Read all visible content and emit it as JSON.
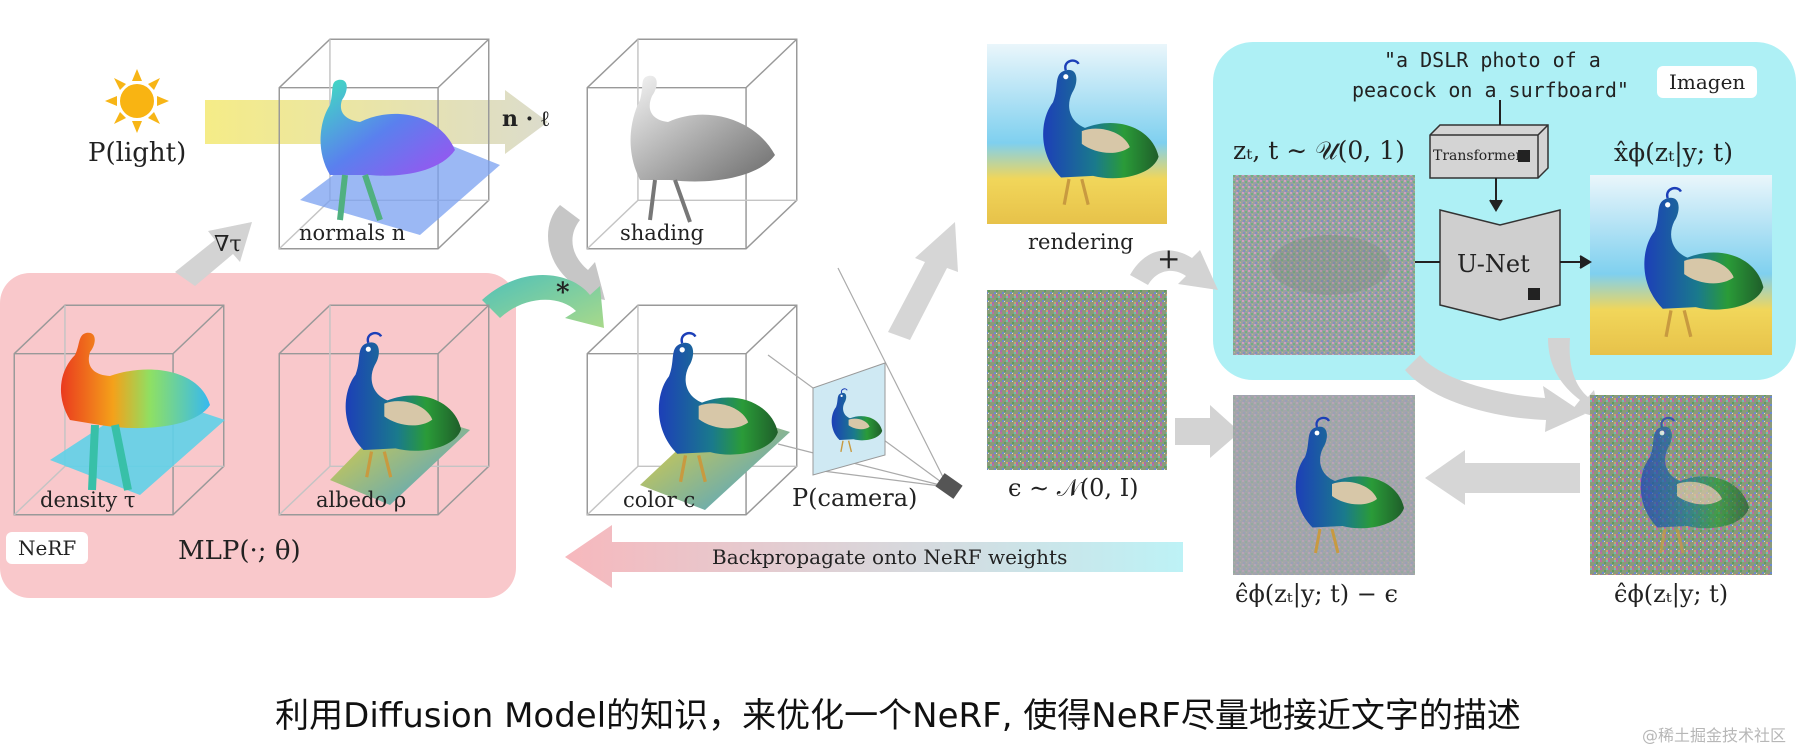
{
  "light_label": "P(light)",
  "grad_label": "∇τ",
  "normals_label": "normals n",
  "dot_label": "n · ℓ",
  "shading_label": "shading",
  "star_label": "*",
  "density_label": "density τ",
  "albedo_label": "albedo ρ",
  "nerf_tag": "NeRF",
  "mlp_label": "MLP(·; θ)",
  "color_label": "color c",
  "camera_label": "P(camera)",
  "rendering_label": "rendering",
  "plus_label": "+",
  "noise_label": "ϵ ∼ 𝒩(0, I)",
  "backprop_label": "Backpropagate onto NeRF weights",
  "prompt_line1": "\"a DSLR photo of a",
  "prompt_line2": "peacock on a surfboard\"",
  "imagen_tag": "Imagen",
  "zt_label": "zₜ, t ∼ 𝒰(0, 1)",
  "transformer_label": "Transformer",
  "unet_label": "U-Net",
  "xhat_label": "x̂ϕ(zₜ|y; t)",
  "eps_diff_label": "ϵ̂ϕ(zₜ|y; t) − ϵ",
  "eps_hat_label": "ϵ̂ϕ(zₜ|y; t)",
  "caption": "利用Diffusion Model的知识，来优化一个NeRF, 使得NeRF尽量地接近文字的描述",
  "watermark": "@稀土掘金技术社区",
  "colors": {
    "nerf_panel": "#f9c8cb",
    "imagen_panel": "#aef0f5",
    "light_beam": "#f3ec8a",
    "sun": "#f7b516",
    "grey_arrow": "#d3d3d3"
  }
}
